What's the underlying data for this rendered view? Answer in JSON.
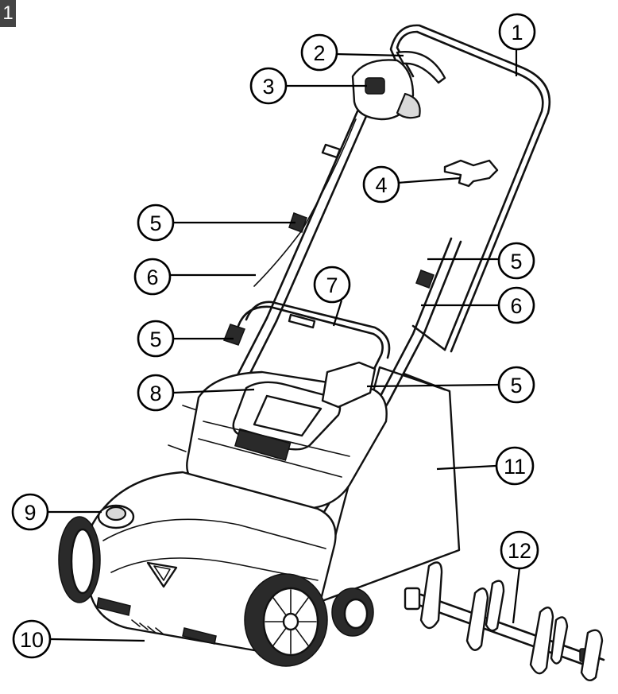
{
  "figure_tag": "1",
  "callouts": [
    {
      "id": "c1",
      "label": "1"
    },
    {
      "id": "c2",
      "label": "2"
    },
    {
      "id": "c3",
      "label": "3"
    },
    {
      "id": "c4",
      "label": "4"
    },
    {
      "id": "c5a",
      "label": "5"
    },
    {
      "id": "c5b",
      "label": "5"
    },
    {
      "id": "c5c",
      "label": "5"
    },
    {
      "id": "c5d",
      "label": "5"
    },
    {
      "id": "c6a",
      "label": "6"
    },
    {
      "id": "c6b",
      "label": "6"
    },
    {
      "id": "c7",
      "label": "7"
    },
    {
      "id": "c8",
      "label": "8"
    },
    {
      "id": "c9",
      "label": "9"
    },
    {
      "id": "c10",
      "label": "10"
    },
    {
      "id": "c11",
      "label": "11"
    },
    {
      "id": "c12",
      "label": "12"
    }
  ]
}
